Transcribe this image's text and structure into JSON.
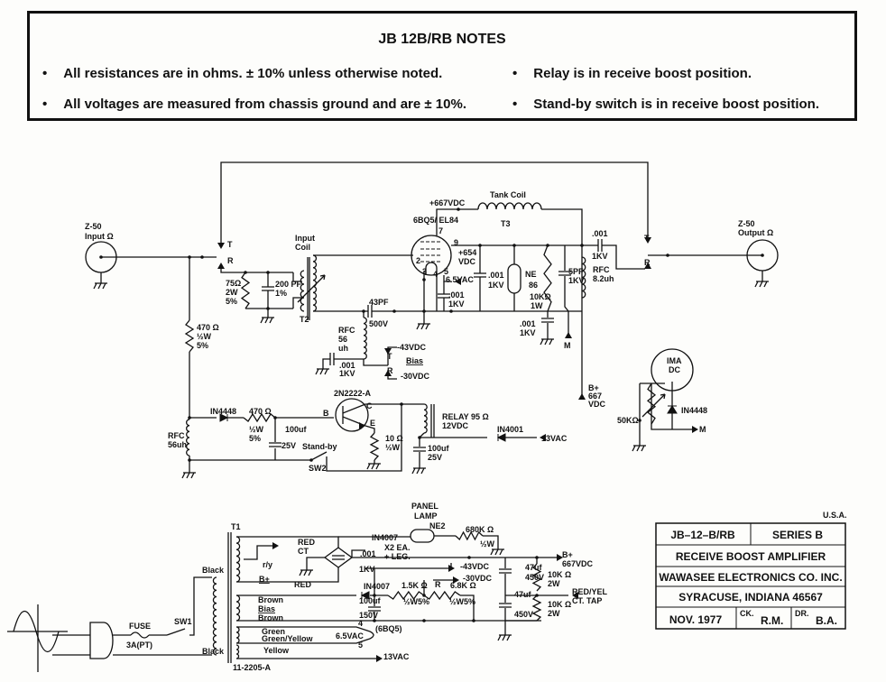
{
  "notes": {
    "title": "JB 12B/RB NOTES",
    "items": [
      "All resistances are in ohms. ± 10% unless otherwise noted.",
      "Relay is in receive boost position.",
      "All voltages are measured from chassis ground and are ± 10%.",
      "Stand-by switch is in receive boost position."
    ]
  },
  "rf": {
    "input_jack": [
      "Z-50",
      "Input Ω"
    ],
    "output_jack": [
      "Z-50",
      "Output Ω"
    ],
    "relay_t": "T",
    "relay_r": "R",
    "input_coil": [
      "Input",
      "Coil"
    ],
    "r75": [
      "75Ω",
      "2W",
      "5%"
    ],
    "c200": [
      "200 PF",
      "1%"
    ],
    "t2": "T2",
    "tube": "6BQ5/ EL84",
    "plate_v": "+667VDC",
    "tank_coil": "Tank Coil",
    "t3": "T3",
    "pins": [
      "7",
      "9",
      "2",
      "3",
      "4",
      "5"
    ],
    "screen_v": [
      "+654",
      "VDC"
    ],
    "heater": "6.5VAC",
    "c_tube": [
      ".001",
      "1KV"
    ],
    "c_screen": [
      ".001",
      "1KV"
    ],
    "ne": [
      "NE",
      "86"
    ],
    "r10k": [
      "10KΩ",
      "1W"
    ],
    "c_bottom": [
      ".001",
      "1KV"
    ],
    "m": "M",
    "c5pf": [
      "5PF",
      "1KV"
    ],
    "rfc82": [
      "RFC",
      "8.2uh"
    ],
    "c_out": [
      ".001",
      "1KV"
    ],
    "c43": [
      "43PF",
      "500V"
    ],
    "rfc56": [
      "RFC",
      "56",
      "uh"
    ],
    "c_bias": [
      ".001",
      "1KV"
    ],
    "bias": [
      "-43VDC",
      "T",
      "Bias",
      "R",
      "-30VDC"
    ],
    "r470": [
      "470 Ω",
      "½W",
      "5%"
    ],
    "bplus": [
      "B+",
      "667",
      "VDC"
    ]
  },
  "meter": {
    "label": [
      "IMA",
      "DC"
    ],
    "pot": "50KΩ",
    "diode": "IN4448",
    "m": "M"
  },
  "control": {
    "transistor": "2N2222-A",
    "b": "B",
    "c": "C",
    "e": "E",
    "diode": "IN4448",
    "r470": [
      "470 Ω",
      "½W",
      "5%"
    ],
    "cap": [
      "100uf",
      "25V"
    ],
    "standby": "Stand-by",
    "sw2": "SW2",
    "r10": [
      "10 Ω",
      "½W"
    ],
    "relay": [
      "RELAY 95 Ω",
      "12VDC"
    ],
    "d4001": "IN4001",
    "vac": "13VAC",
    "cap2": [
      "100uf",
      "25V"
    ],
    "rfc": [
      "RFC",
      "56uh"
    ]
  },
  "power": {
    "t1": "T1",
    "red_ct": [
      "RED",
      "CT"
    ],
    "ry": "r/y",
    "bp": "B+",
    "red": "RED",
    "black1": "Black",
    "black2": "Black",
    "fuse": [
      "FUSE",
      "3A(PT)"
    ],
    "sw1": "SW1",
    "lamp": [
      "PANEL",
      "LAMP"
    ],
    "ne2": "NE2",
    "d4007a": "IN4007",
    "r680": [
      "680K Ω",
      "½W"
    ],
    "cbr": [
      ".001",
      "1KV"
    ],
    "x2": [
      "X2 EA.",
      "+ LEG."
    ],
    "v43": "-43VDC",
    "v30": "-30VDC",
    "bplus": [
      "B+",
      "667VDC"
    ],
    "c47a": [
      "47uf",
      "450V"
    ],
    "r10ka": [
      "10K Ω",
      "2W"
    ],
    "ctap": [
      "RED/YEL",
      "CT. TAP"
    ],
    "r10kb": [
      "10K Ω",
      "2W"
    ],
    "d4007b": "IN4007",
    "r15": [
      "1.5K Ω",
      "½W5%"
    ],
    "rr": "R",
    "r68": [
      "6.8K Ω",
      "½W5%"
    ],
    "wires": [
      "Brown",
      "Bias",
      "Brown",
      "Green",
      "Green/Yellow",
      "Yellow"
    ],
    "c100": [
      "100uf",
      "150V"
    ],
    "c47b": [
      "47uf",
      "450V"
    ],
    "pin4": "4",
    "pin5": "5",
    "tube": "(6BQ5)",
    "heater": "6.5VAC",
    "vac": "13VAC",
    "part": "11-2205-A"
  },
  "title_block": {
    "country": "U.S.A.",
    "model": "JB–12–B/RB",
    "series": "SERIES B",
    "name": "RECEIVE BOOST AMPLIFIER",
    "company": "WAWASEE ELECTRONICS CO. INC.",
    "address": "SYRACUSE, INDIANA 46567",
    "date": "NOV. 1977",
    "ck_label": "CK.",
    "ck": "R.M.",
    "dr_label": "DR.",
    "dr": "B.A."
  }
}
